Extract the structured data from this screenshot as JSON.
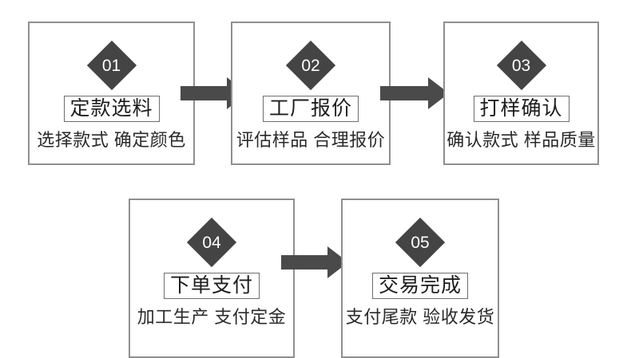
{
  "diagram": {
    "type": "process-flow",
    "orientation": "horizontal-wrapped",
    "background_color": "#ffffff",
    "box_border_color": "#8f8f8f",
    "diamond_color": "#444444",
    "arrow_color": "#4a4a4a",
    "steps": [
      {
        "number": "01",
        "title": "定款选料",
        "description": "选择款式 确定颜色"
      },
      {
        "number": "02",
        "title": "工厂报价",
        "description": "评估样品 合理报价"
      },
      {
        "number": "03",
        "title": "打样确认",
        "description": "确认款式 样品质量"
      },
      {
        "number": "04",
        "title": "下单支付",
        "description": "加工生产 支付定金"
      },
      {
        "number": "05",
        "title": "交易完成",
        "description": "支付尾款 验收发货"
      }
    ],
    "connectors": [
      {
        "from": "01",
        "to": "02",
        "icon": "arrow-right-icon"
      },
      {
        "from": "02",
        "to": "03",
        "icon": "arrow-right-icon"
      },
      {
        "from": "04",
        "to": "05",
        "icon": "arrow-right-icon"
      }
    ]
  }
}
